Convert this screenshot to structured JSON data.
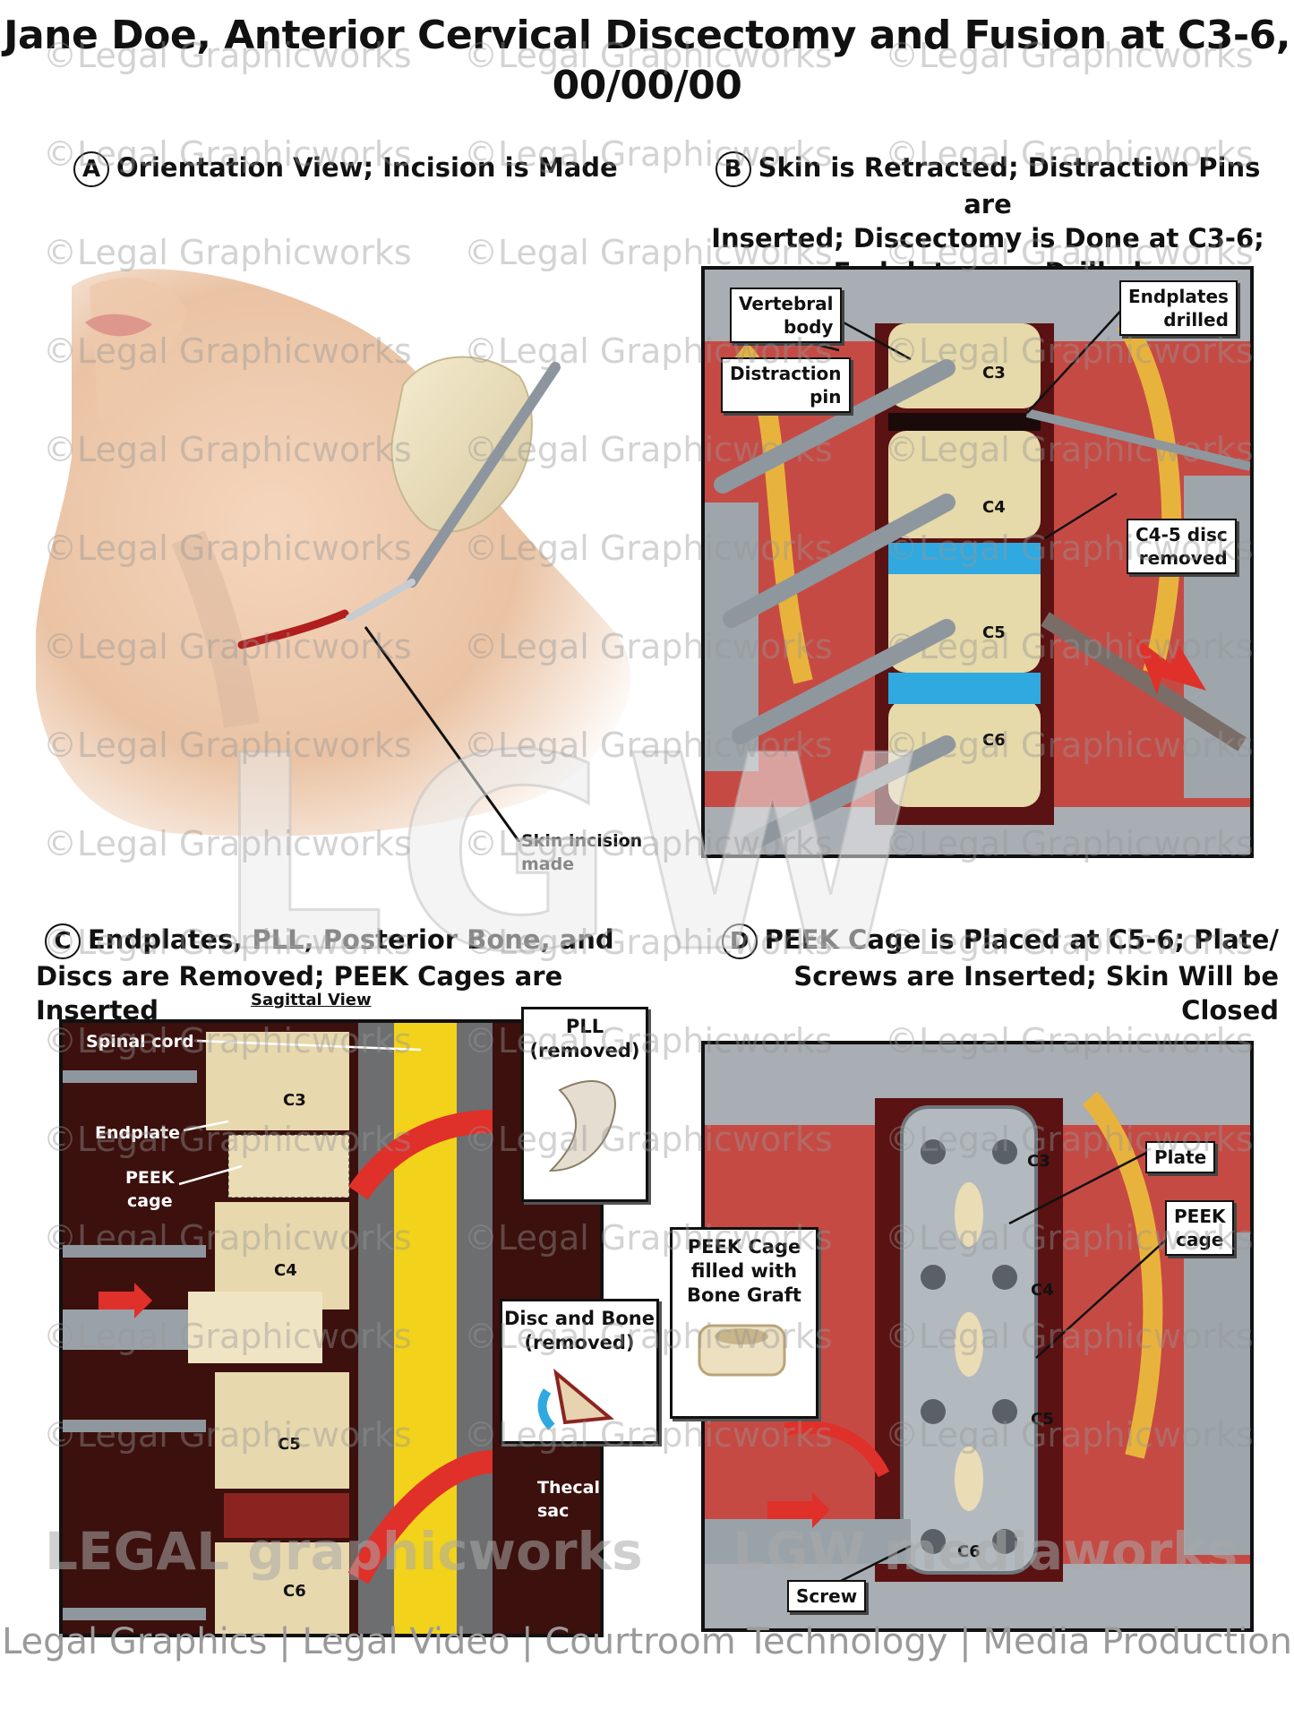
{
  "title": {
    "line1": "Jane Doe, Anterior Cervical Discectomy and Fusion at C3-6,",
    "line2": "00/00/00"
  },
  "panels": {
    "a": {
      "letter": "A",
      "heading": "Orientation View; Incision is Made",
      "label_incision": {
        "line1": "Skin incision",
        "line2": "made"
      }
    },
    "b": {
      "letter": "B",
      "heading": {
        "line1": "Skin is Retracted; Distraction Pins are",
        "line2": "Inserted; Discectomy is Done at C3-6;",
        "line3": "Endplates are Drilled"
      },
      "label_vertebral": {
        "line1": "Vertebral",
        "line2": "body"
      },
      "label_distraction": {
        "line1": "Distraction",
        "line2": "pin"
      },
      "label_endplates": {
        "line1": "Endplates",
        "line2": "drilled"
      },
      "label_disc": {
        "line1": "C4-5 disc",
        "line2": "removed"
      },
      "levels": [
        "C3",
        "C4",
        "C5",
        "C6"
      ]
    },
    "c": {
      "letter": "C",
      "heading": {
        "line1": "Endplates, PLL, Posterior Bone, and",
        "line2": "Discs are Removed; PEEK Cages are Inserted"
      },
      "view_label": "Sagittal View",
      "label_spinal": "Spinal cord",
      "label_endplate": "Endplate",
      "label_peek": {
        "line1": "PEEK",
        "line2": "cage"
      },
      "label_thecal": {
        "line1": "Thecal",
        "line2": "sac"
      },
      "inset_pll": {
        "line1": "PLL",
        "line2": "(removed)"
      },
      "inset_disc": {
        "line1": "Disc and Bone",
        "line2": "(removed)"
      },
      "levels": [
        "C3",
        "C4",
        "C5",
        "C6"
      ]
    },
    "d": {
      "letter": "D",
      "heading": {
        "line1": "PEEK Cage is Placed at C5-6; Plate/",
        "line2": "Screws are Inserted; Skin Will be Closed"
      },
      "label_plate": "Plate",
      "label_peek": {
        "line1": "PEEK",
        "line2": "cage"
      },
      "label_screw": "Screw",
      "inset_cage": {
        "line1": "PEEK Cage",
        "line2": "filled with",
        "line3": "Bone Graft"
      },
      "levels": [
        "C3",
        "C4",
        "C5",
        "C6"
      ]
    }
  },
  "watermark": "©Legal Graphicworks",
  "branding": {
    "logo_left": "LEGAL graphicworks",
    "logo_right": "LGW mediaworks",
    "big_mark": "LGW",
    "footer": "Legal Graphics | Legal Video | Courtroom Technology | Media Production"
  },
  "colors": {
    "tissue_red": "#b8312f",
    "bone": "#e8dcb0",
    "disc_blue": "#2fa9e0",
    "spinal_cord": "#f2d21a",
    "metal": "#9aa3ab",
    "arrow_red": "#e0302a"
  }
}
